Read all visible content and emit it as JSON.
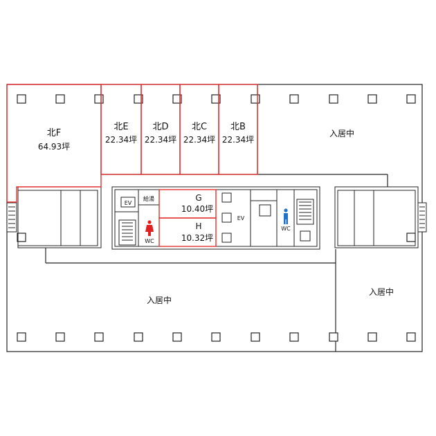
{
  "floorplan": {
    "units": {
      "north_f": {
        "name": "北F",
        "area": "64.93坪"
      },
      "north_e": {
        "name": "北E",
        "area": "22.34坪"
      },
      "north_d": {
        "name": "北D",
        "area": "22.34坪"
      },
      "north_c": {
        "name": "北C",
        "area": "22.34坪"
      },
      "north_b": {
        "name": "北B",
        "area": "22.34坪"
      },
      "g": {
        "name": "G",
        "area": "10.40坪"
      },
      "h": {
        "name": "H",
        "area": "10.32坪"
      }
    },
    "occupied": {
      "north_east": "入居中",
      "south_west": "入居中",
      "south_east": "入居中"
    },
    "core": {
      "ev_box": "EV",
      "ev_hall": "EV",
      "kyuto": "給湯",
      "wc_women": "WC",
      "wc_men": "WC"
    },
    "colors": {
      "vacant_outline": "#e03030",
      "wall": "#222222",
      "wc_women_icon": "#e02020",
      "wc_men_icon": "#1f73c8"
    }
  }
}
